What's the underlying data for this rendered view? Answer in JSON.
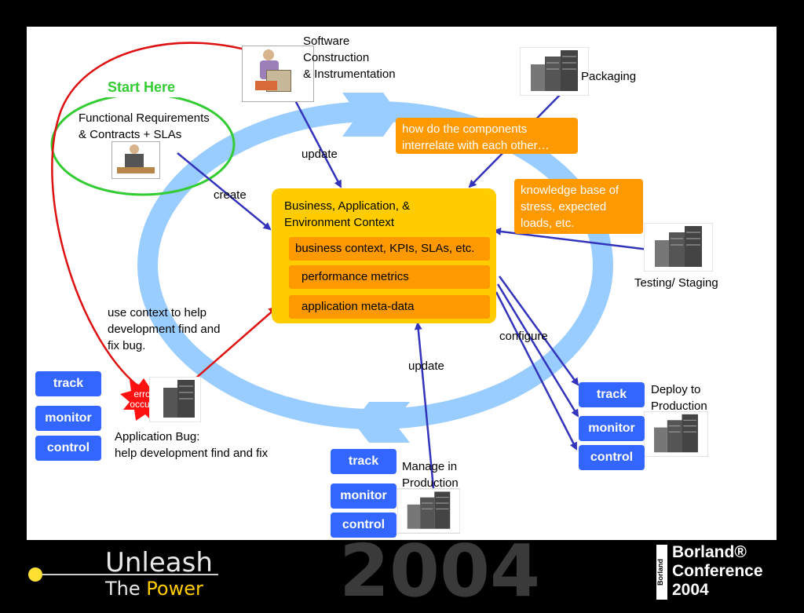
{
  "diagram": {
    "start_here": "Start Here",
    "functional_requirements": "Functional Requirements\n& Contracts + SLAs",
    "software_construction": "Software\nConstruction\n& Instrumentation",
    "packaging": "Packaging",
    "testing_staging": "Testing/ Staging",
    "deploy_to_production": "Deploy to\nProduction",
    "manage_in_production": "Manage in\nProduction",
    "application_bug": "Application Bug:\nhelp development find and fix",
    "use_context": "use context to help\ndevelopment find and\nfix bug.",
    "error_occurs": "error\noccurs",
    "edge_create": "create",
    "edge_update_top": "update",
    "edge_update_bottom": "update",
    "edge_configure": "configure",
    "callout_interrelate": "how do the components\ninterrelate with each other…",
    "callout_knowledge": "knowledge base of\nstress,  expected\nloads, etc.",
    "context_title": "Business, Application, &\nEnvironment Context",
    "context_items": [
      "business context, KPIs, SLAs, etc.",
      "performance metrics",
      "application meta-data"
    ],
    "button_track": "track",
    "button_monitor": "monitor",
    "button_control": "control"
  },
  "footer": {
    "unleash": "Unleash",
    "the": "The ",
    "power": "Power",
    "year": "2004",
    "conference": "Borland®\nConference\n2004",
    "borland_mark": "Borland"
  },
  "colors": {
    "cycle": "#99ccff",
    "orange": "#ff9900",
    "context": "#ffcc00",
    "button": "#3366ff",
    "arrow_blue": "#3333bb",
    "arrow_red": "#dd1111",
    "start_green": "#33cc33"
  }
}
